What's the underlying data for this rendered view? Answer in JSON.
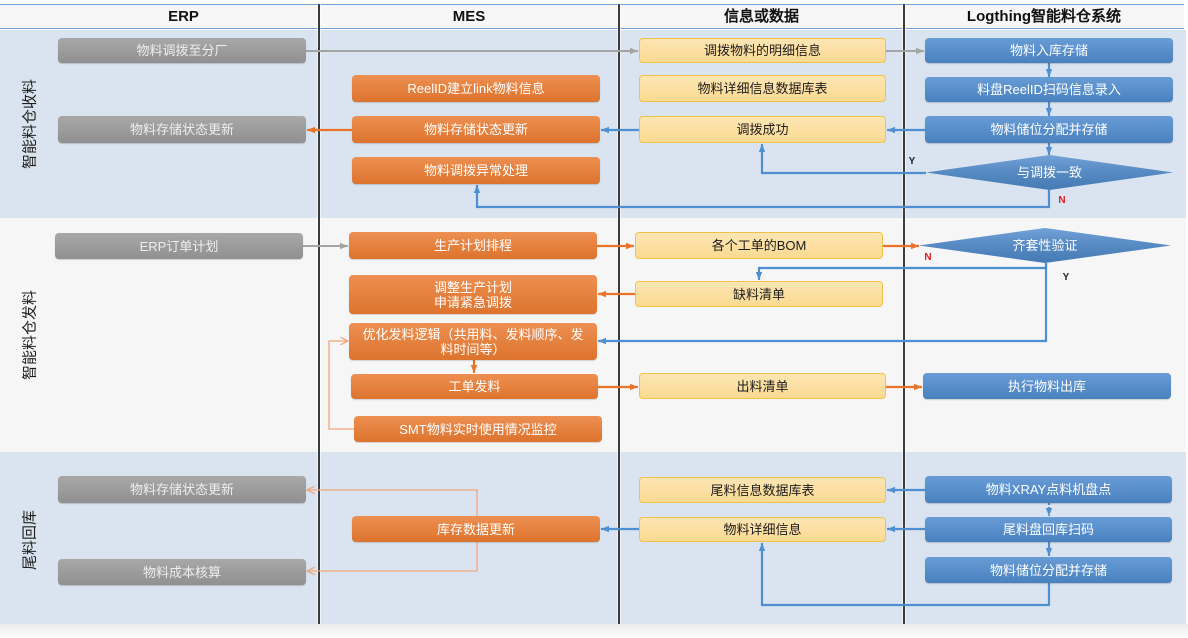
{
  "header": {
    "columns": [
      {
        "key": "erp",
        "label": "ERP"
      },
      {
        "key": "mes",
        "label": "MES"
      },
      {
        "key": "data",
        "label": "信息或数据"
      },
      {
        "key": "logthing",
        "label": "Logthing智能料仓系统"
      }
    ]
  },
  "lanes": [
    {
      "key": "inbound",
      "label": "智能料仓收料",
      "nodes": [
        {
          "id": "transfer_to_branch",
          "column": "erp",
          "shape": "process",
          "text": "物料调拨至分厂"
        },
        {
          "id": "erp_storage_status_update",
          "column": "erp",
          "shape": "process",
          "text": "物料存储状态更新"
        },
        {
          "id": "reelid_link_material_info",
          "column": "mes",
          "shape": "process",
          "text": "ReelID建立link物料信息"
        },
        {
          "id": "mes_storage_status_update",
          "column": "mes",
          "shape": "process",
          "text": "物料存储状态更新"
        },
        {
          "id": "transfer_exception_handling",
          "column": "mes",
          "shape": "process",
          "text": "物料调拨异常处理"
        },
        {
          "id": "transfer_detail_info",
          "column": "data",
          "shape": "data",
          "text": "调拨物料的明细信息"
        },
        {
          "id": "material_detail_db_table",
          "column": "data",
          "shape": "data",
          "text": "物料详细信息数据库表"
        },
        {
          "id": "transfer_success",
          "column": "data",
          "shape": "data",
          "text": "调拨成功"
        },
        {
          "id": "inbound_storage",
          "column": "logthing",
          "shape": "process",
          "text": "物料入库存储"
        },
        {
          "id": "reelid_scan_entry",
          "column": "logthing",
          "shape": "process",
          "text": "料盘ReelID扫码信息录入"
        },
        {
          "id": "location_assign_store",
          "column": "logthing",
          "shape": "process",
          "text": "物料储位分配并存储"
        },
        {
          "id": "match_transfer_check",
          "column": "logthing",
          "shape": "decision",
          "text": "与调拨一致"
        }
      ],
      "edges": [
        {
          "from": "transfer_to_branch",
          "to": "transfer_detail_info",
          "color": "gray"
        },
        {
          "from": "transfer_detail_info",
          "to": "inbound_storage",
          "color": "gray"
        },
        {
          "from": "inbound_storage",
          "to": "reelid_scan_entry",
          "color": "blue"
        },
        {
          "from": "reelid_scan_entry",
          "to": "location_assign_store",
          "color": "blue"
        },
        {
          "from": "location_assign_store",
          "to": "match_transfer_check",
          "color": "blue"
        },
        {
          "from": "location_assign_store",
          "to": "transfer_success",
          "color": "blue"
        },
        {
          "from": "transfer_success",
          "to": "mes_storage_status_update",
          "color": "blue"
        },
        {
          "from": "mes_storage_status_update",
          "to": "erp_storage_status_update",
          "color": "orange"
        },
        {
          "from": "match_transfer_check",
          "to": "transfer_success",
          "color": "blue",
          "label": "Y"
        },
        {
          "from": "match_transfer_check",
          "to": "transfer_exception_handling",
          "color": "blue",
          "label": "N"
        }
      ]
    },
    {
      "key": "issue",
      "label": "智能料仓发料",
      "nodes": [
        {
          "id": "erp_order_plan",
          "column": "erp",
          "shape": "process",
          "text": "ERP订单计划"
        },
        {
          "id": "production_scheduling",
          "column": "mes",
          "shape": "process",
          "text": "生产计划排程"
        },
        {
          "id": "adjust_plan_urgent_transfer",
          "column": "mes",
          "shape": "process",
          "text": "调整生产计划\n申请紧急调拨"
        },
        {
          "id": "optimize_issue_logic",
          "column": "mes",
          "shape": "process",
          "text": "优化发料逻辑（共用料、发料顺序、发料时间等）"
        },
        {
          "id": "work_order_issue",
          "column": "mes",
          "shape": "process",
          "text": "工单发料"
        },
        {
          "id": "smt_realtime_monitoring",
          "column": "mes",
          "shape": "process",
          "text": "SMT物料实时使用情况监控"
        },
        {
          "id": "work_order_bom",
          "column": "data",
          "shape": "data",
          "text": "各个工单的BOM"
        },
        {
          "id": "shortage_list",
          "column": "data",
          "shape": "data",
          "text": "缺料清单"
        },
        {
          "id": "issue_list",
          "column": "data",
          "shape": "data",
          "text": "出料清单"
        },
        {
          "id": "kit_completeness_check",
          "column": "logthing",
          "shape": "decision",
          "text": "齐套性验证"
        },
        {
          "id": "execute_outbound",
          "column": "logthing",
          "shape": "process",
          "text": "执行物料出库"
        }
      ],
      "edges": [
        {
          "from": "erp_order_plan",
          "to": "production_scheduling",
          "color": "gray"
        },
        {
          "from": "production_scheduling",
          "to": "work_order_bom",
          "color": "orange"
        },
        {
          "from": "work_order_bom",
          "to": "kit_completeness_check",
          "color": "orange"
        },
        {
          "from": "kit_completeness_check",
          "to": "shortage_list",
          "color": "blue",
          "label": "N"
        },
        {
          "from": "kit_completeness_check",
          "to": "optimize_issue_logic",
          "color": "blue",
          "label": "Y"
        },
        {
          "from": "shortage_list",
          "to": "adjust_plan_urgent_transfer",
          "color": "orange"
        },
        {
          "from": "optimize_issue_logic",
          "to": "work_order_issue",
          "color": "orange"
        },
        {
          "from": "work_order_issue",
          "to": "issue_list",
          "color": "orange"
        },
        {
          "from": "issue_list",
          "to": "execute_outbound",
          "color": "orange"
        },
        {
          "from": "smt_realtime_monitoring",
          "to": "optimize_issue_logic",
          "color": "light-orange"
        }
      ]
    },
    {
      "key": "remnant_return",
      "label": "尾料回库",
      "nodes": [
        {
          "id": "erp_storage_status_update",
          "column": "erp",
          "shape": "process",
          "text": "物料存储状态更新"
        },
        {
          "id": "material_cost_accounting",
          "column": "erp",
          "shape": "process",
          "text": "物料成本核算"
        },
        {
          "id": "inventory_data_update",
          "column": "mes",
          "shape": "process",
          "text": "库存数据更新"
        },
        {
          "id": "remnant_info_db_table",
          "column": "data",
          "shape": "data",
          "text": "尾料信息数据库表"
        },
        {
          "id": "material_detail_info",
          "column": "data",
          "shape": "data",
          "text": "物料详细信息"
        },
        {
          "id": "xray_counting",
          "column": "logthing",
          "shape": "process",
          "text": "物料XRAY点料机盘点"
        },
        {
          "id": "remnant_return_scan",
          "column": "logthing",
          "shape": "process",
          "text": "尾料盘回库扫码"
        },
        {
          "id": "location_assign_store",
          "column": "logthing",
          "shape": "process",
          "text": "物料储位分配并存储"
        }
      ],
      "edges": [
        {
          "from": "xray_counting",
          "to": "remnant_info_db_table",
          "color": "blue"
        },
        {
          "from": "remnant_return_scan",
          "to": "material_detail_info",
          "color": "blue"
        },
        {
          "from": "xray_counting",
          "to": "remnant_return_scan",
          "color": "blue",
          "line": "dotted"
        },
        {
          "from": "remnant_return_scan",
          "to": "location_assign_store",
          "color": "blue"
        },
        {
          "from": "location_assign_store",
          "to": "material_detail_info",
          "color": "blue"
        },
        {
          "from": "material_detail_info",
          "to": "inventory_data_update",
          "color": "blue"
        },
        {
          "from": "inventory_data_update",
          "to": "erp_storage_status_update",
          "color": "light-orange"
        },
        {
          "from": "inventory_data_update",
          "to": "material_cost_accounting",
          "color": "light-orange"
        }
      ]
    }
  ],
  "palette": {
    "erp": "#9c9c9c",
    "mes": "#e97a30",
    "data": "#fbda91",
    "data_border": "#f3c146",
    "logthing": "#4f8ccf",
    "arrow_blue": "#4e8fd2",
    "arrow_orange": "#ea732b",
    "arrow_gray": "#a4a4a4",
    "arrow_light_orange": "#f2a67a",
    "band_blue": "#d9e4f0",
    "band_gray": "#f6f6f6",
    "header_rule": "#6f9fd6",
    "no_label": "#e11d1d"
  }
}
